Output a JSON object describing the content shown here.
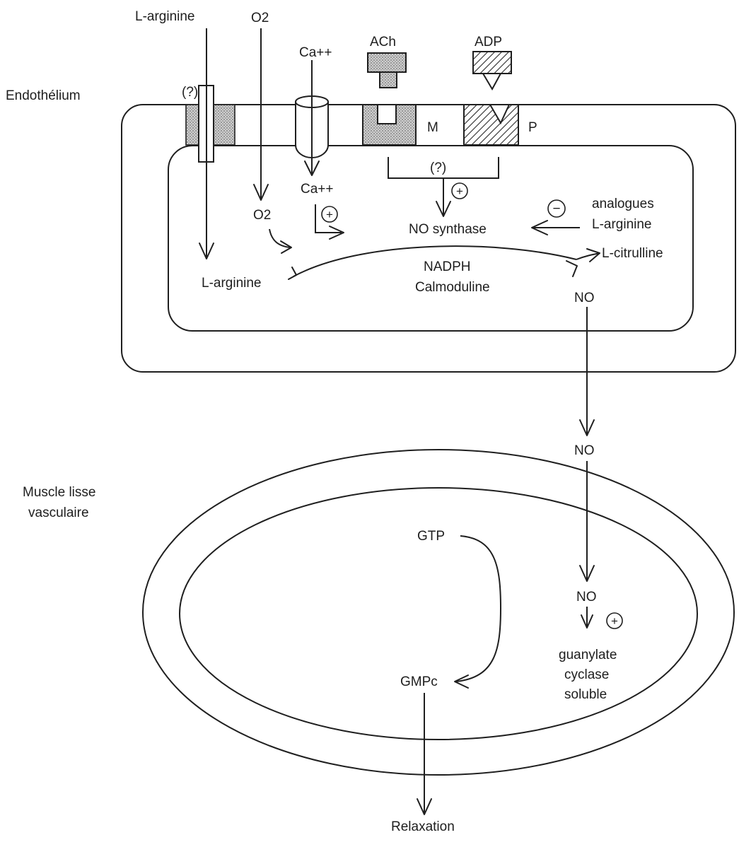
{
  "labels": {
    "endothelium": "Endothélium",
    "muscle_line1": "Muscle lisse",
    "muscle_line2": "vasculaire",
    "l_arginine_top": "L-arginine",
    "o2_top": "O2",
    "ca_top": "Ca++",
    "ach": "ACh",
    "adp": "ADP",
    "question_channel": "(?)",
    "receptor_m": "M",
    "receptor_p": "P",
    "question_bracket": "(?)",
    "ca_inside": "Ca++",
    "o2_inside": "O2",
    "no_synthase": "NO synthase",
    "analogues_line1": "analogues",
    "analogues_line2": "L-arginine",
    "l_arginine_inside": "L-arginine",
    "nadph": "NADPH",
    "calmoduline": "Calmoduline",
    "l_citrulline": "L-citrulline",
    "no_endo": "NO",
    "no_between": "NO",
    "gtp": "GTP",
    "no_muscle": "NO",
    "guanylate_line1": "guanylate",
    "guanylate_line2": "cyclase",
    "guanylate_line3": "soluble",
    "gmpc": "GMPc",
    "relaxation": "Relaxation"
  },
  "signs": {
    "plus": "+",
    "minus": "−"
  }
}
